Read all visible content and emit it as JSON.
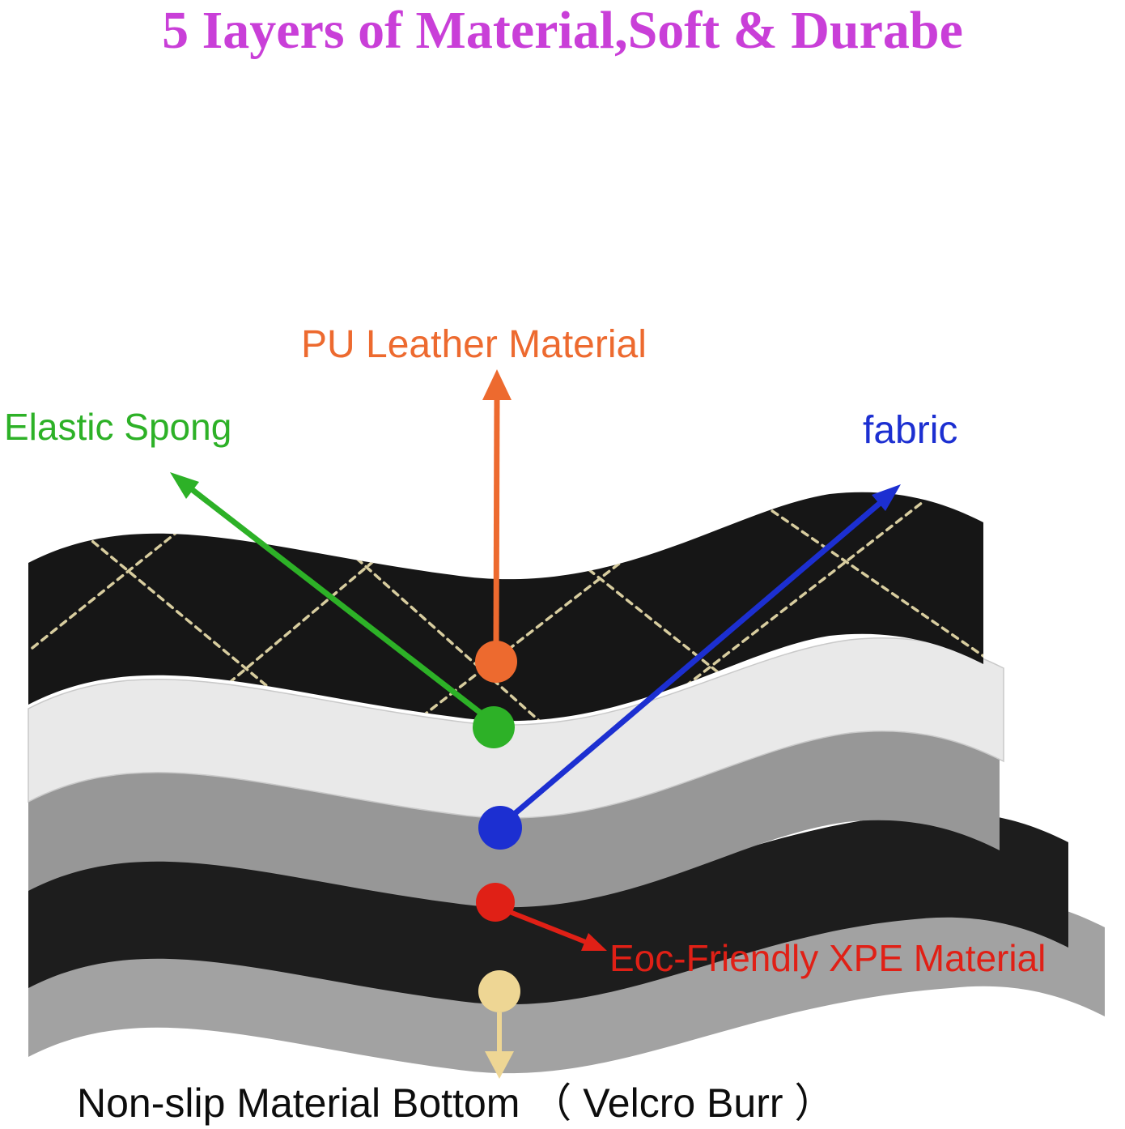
{
  "title": {
    "text": "5 Iayers of Material,Soft & Durabe",
    "color": "#c93fd8"
  },
  "callouts": {
    "pu_leather": {
      "label": "PU Leather Material",
      "color": "#ed6a2f"
    },
    "elastic_sponge": {
      "label": "Elastic Spong",
      "color": "#2db127"
    },
    "fabric": {
      "label": "fabric",
      "color": "#1c2fd1"
    },
    "xpe": {
      "label": "Eoc-Friendly XPE Material",
      "color": "#e02016"
    },
    "non_slip": {
      "label": "Non-slip Material Bottom （ Velcro Burr ）",
      "color": "#0d0d0d",
      "marker_color": "#eed694"
    }
  },
  "layers": [
    {
      "name": "PU Leather",
      "color": "#161616"
    },
    {
      "name": "Elastic Sponge",
      "color": "#e9e9e9"
    },
    {
      "name": "Fabric",
      "color": "#979797"
    },
    {
      "name": "XPE",
      "color": "#1d1d1d"
    },
    {
      "name": "Non-slip Bottom",
      "color": "#a2a2a2"
    }
  ],
  "stitch": {
    "color": "#d8cd9f"
  }
}
